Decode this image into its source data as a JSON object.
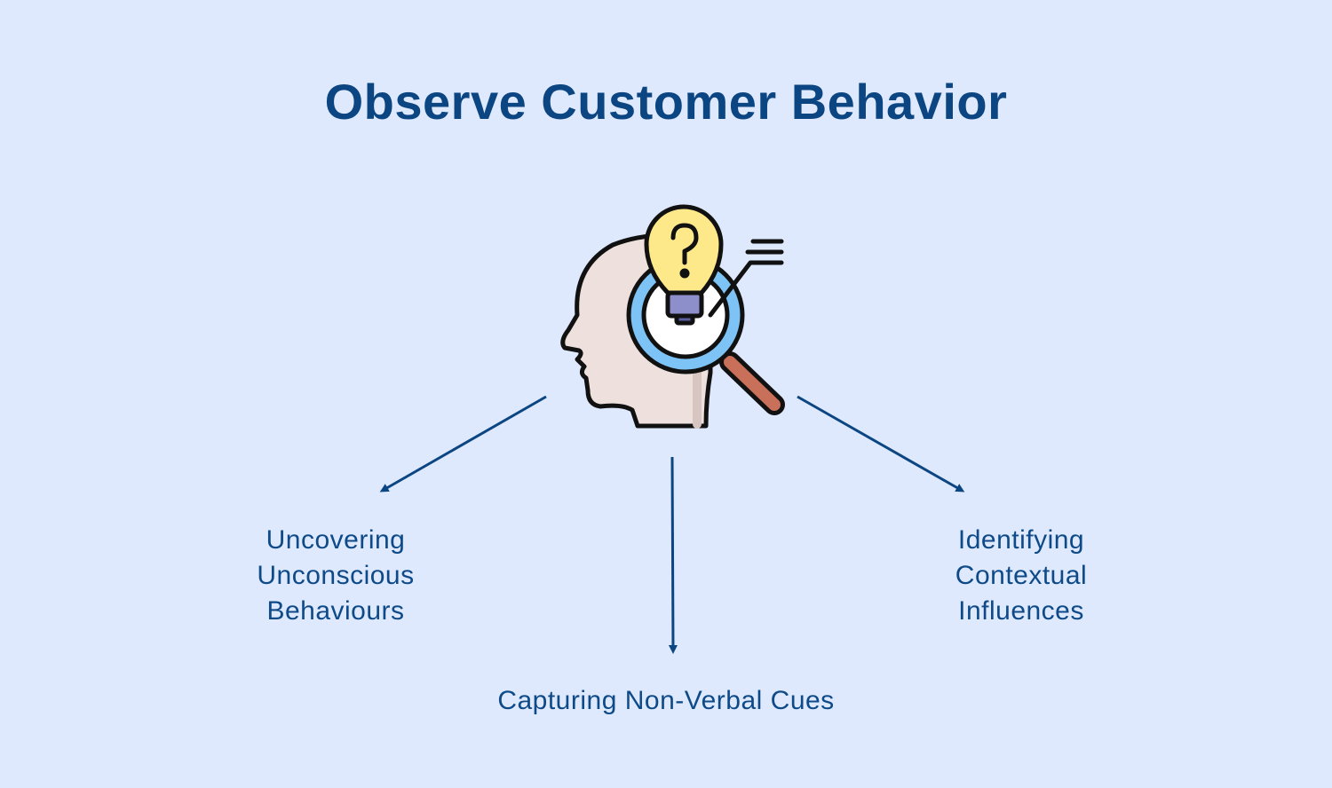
{
  "title": "Observe Customer Behavior",
  "icon": "head-with-lightbulb-magnifier-icon",
  "colors": {
    "background": "#dfe9fd",
    "title": "#0b4582",
    "arrow": "#0b4582"
  },
  "branches": [
    {
      "lines": [
        "Uncovering",
        "Unconscious",
        "Behaviours"
      ]
    },
    {
      "lines": [
        "Capturing Non-Verbal Cues"
      ]
    },
    {
      "lines": [
        "Identifying",
        "Contextual",
        "Influences"
      ]
    }
  ]
}
